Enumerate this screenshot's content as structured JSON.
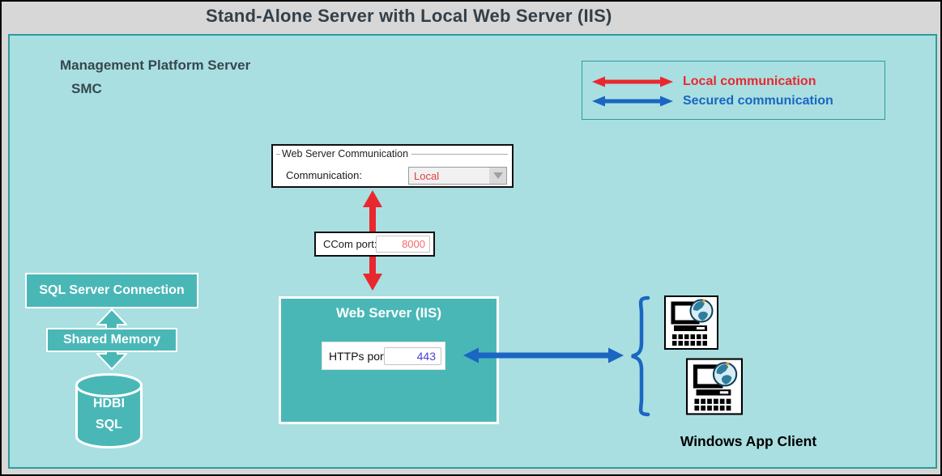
{
  "title": "Stand-Alone Server with Local Web Server (IIS)",
  "management_platform": {
    "line1": "Management Platform Server",
    "line2": "SMC"
  },
  "legend": {
    "items": [
      {
        "label": "Local communication",
        "color": "#e8282e"
      },
      {
        "label": "Secured communication",
        "color": "#1a66c2"
      }
    ]
  },
  "web_server_communication": {
    "group_title": "Web Server Communication",
    "field_label": "Communication:",
    "value": "Local"
  },
  "ccom_port": {
    "label": "CCom port:",
    "value": "8000"
  },
  "web_server_iis": {
    "title": "Web Server (IIS)",
    "https_port_label": "HTTPs port:",
    "https_port_value": "443"
  },
  "database": {
    "connection_label": "SQL Server Connection",
    "shared_memory_label": "Shared Memory",
    "cylinder_line1": "HDBI",
    "cylinder_line2": "SQL"
  },
  "client": {
    "label": "Windows App Client"
  },
  "colors": {
    "panel_bg": "#a9dfe1",
    "panel_border": "#2d9c9c",
    "box_teal": "#4ab7b7",
    "local_red": "#e8282e",
    "secured_blue": "#1a66c2",
    "port_8000_text": "#f4696b",
    "port_443_text": "#4a3fd6",
    "title_text": "#333f48"
  }
}
